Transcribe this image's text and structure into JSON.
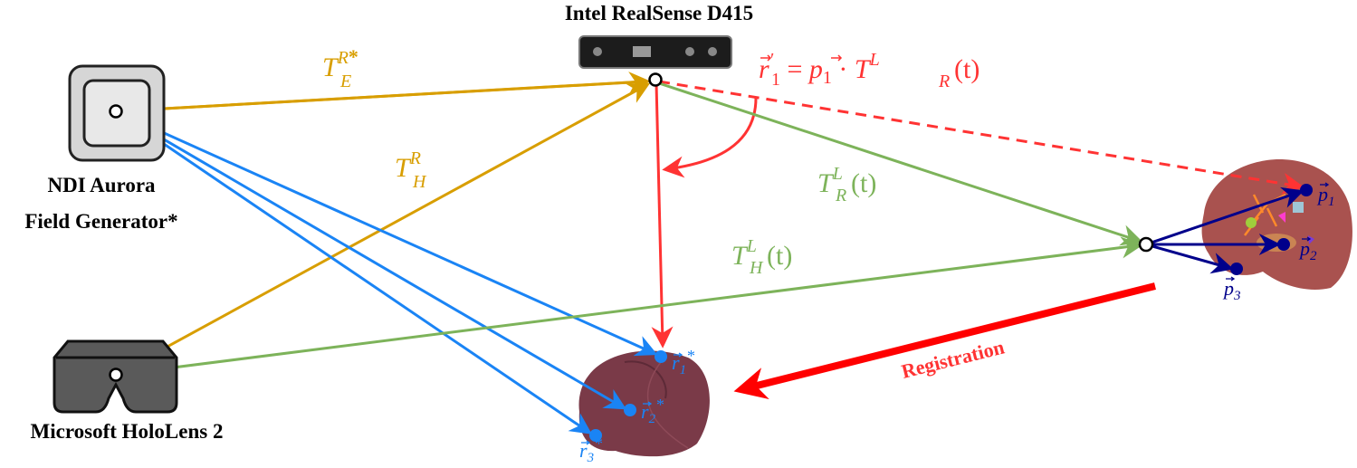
{
  "devices": {
    "camera": "Intel RealSense D415",
    "field_generator_line1": "NDI Aurora",
    "field_generator_line2": "Field Generator*",
    "headset": "Microsoft HoloLens 2"
  },
  "transforms": {
    "t_e_r": {
      "base": "T",
      "sup": "R",
      "sub": "E",
      "star": "*"
    },
    "t_h_r": {
      "base": "T",
      "sup": "R",
      "sub": "H"
    },
    "t_r_l": {
      "base": "T",
      "sup": "L",
      "sub": "R",
      "arg": "(t)"
    },
    "t_h_l": {
      "base": "T",
      "sup": "L",
      "sub": "H",
      "arg": "(t)"
    },
    "equation": {
      "lhs": "r",
      "lhs_sup": "′",
      "lhs_sub": "1",
      "eq": " = ",
      "p": "p",
      "p_sub": "1",
      "dot": " · ",
      "T": "T",
      "T_sup": "L",
      "T_sub": "R",
      "arg": "(t)"
    }
  },
  "points": {
    "r1": {
      "name": "r",
      "sub": "1",
      "star": "*"
    },
    "r2": {
      "name": "r",
      "sub": "2",
      "star": "*"
    },
    "r3": {
      "name": "r",
      "sub": "3",
      "star": "*"
    },
    "p1": {
      "name": "p",
      "sub": "1"
    },
    "p2": {
      "name": "p",
      "sub": "2"
    },
    "p3": {
      "name": "p",
      "sub": "3"
    }
  },
  "registration_label": "Registration",
  "colors": {
    "orange": "#D89E00",
    "blue": "#1A84F5",
    "red": "#FF3333",
    "green": "#7DB35A",
    "navy": "#00008B"
  }
}
